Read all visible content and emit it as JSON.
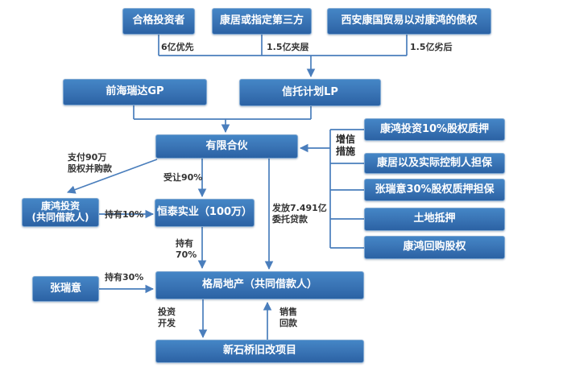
{
  "colors": {
    "box_fill_top": "#4486c6",
    "box_fill_bottom": "#2b62a4",
    "box_border": "#7fa8d2",
    "box_text": "#ffffff",
    "connector": "#4a7ebc",
    "label_text": "#333333"
  },
  "nodes": {
    "qualified_investors": "合格投资者",
    "kangju_or_third_party": "康居或指定第三方",
    "xian_kangguo_debt": "西安康国贸易以对康鸿的债权",
    "qianhai_ruida_gp": "前海瑞达GP",
    "trust_plan_lp": "信托计划LP",
    "limited_partnership": "有限合伙",
    "kanghong_invest_line1": "康鸿投资",
    "kanghong_invest_line2": "(共同借款人)",
    "hengtai_industry": "恒泰实业（100万）",
    "zhang_ruiyi": "张瑞意",
    "geju_realestate": "格局地产（共同借款人）",
    "xinshiqiao_project": "新石桥旧改项目",
    "credit_measure_1": "康鸿投资10%股权质押",
    "credit_measure_2": "康居以及实际控制人担保",
    "credit_measure_3": "张瑞意30%股权质押担保",
    "credit_measure_4": "土地抵押",
    "credit_measure_5": "康鸿回购股权"
  },
  "edge_labels": {
    "senior_tranche": "6亿优先",
    "mezzanine_tranche": "1.5亿夹层",
    "junior_tranche": "1.5亿劣后",
    "pay_line1": "支付90万",
    "pay_line2": "股权并购款",
    "transfer_90pct": "受让90%",
    "hold_10pct": "持有10%",
    "hold_70pct_line1": "持有",
    "hold_70pct_line2": "70%",
    "loan_line1": "发放7.491亿",
    "loan_line2": "委托贷款",
    "hold_30pct": "持有30%",
    "invest_line1": "投资",
    "invest_line2": "开发",
    "sales_line1": "销售",
    "sales_line2": "回款",
    "credit_enhancement_line1": "增信",
    "credit_enhancement_line2": "措施"
  }
}
